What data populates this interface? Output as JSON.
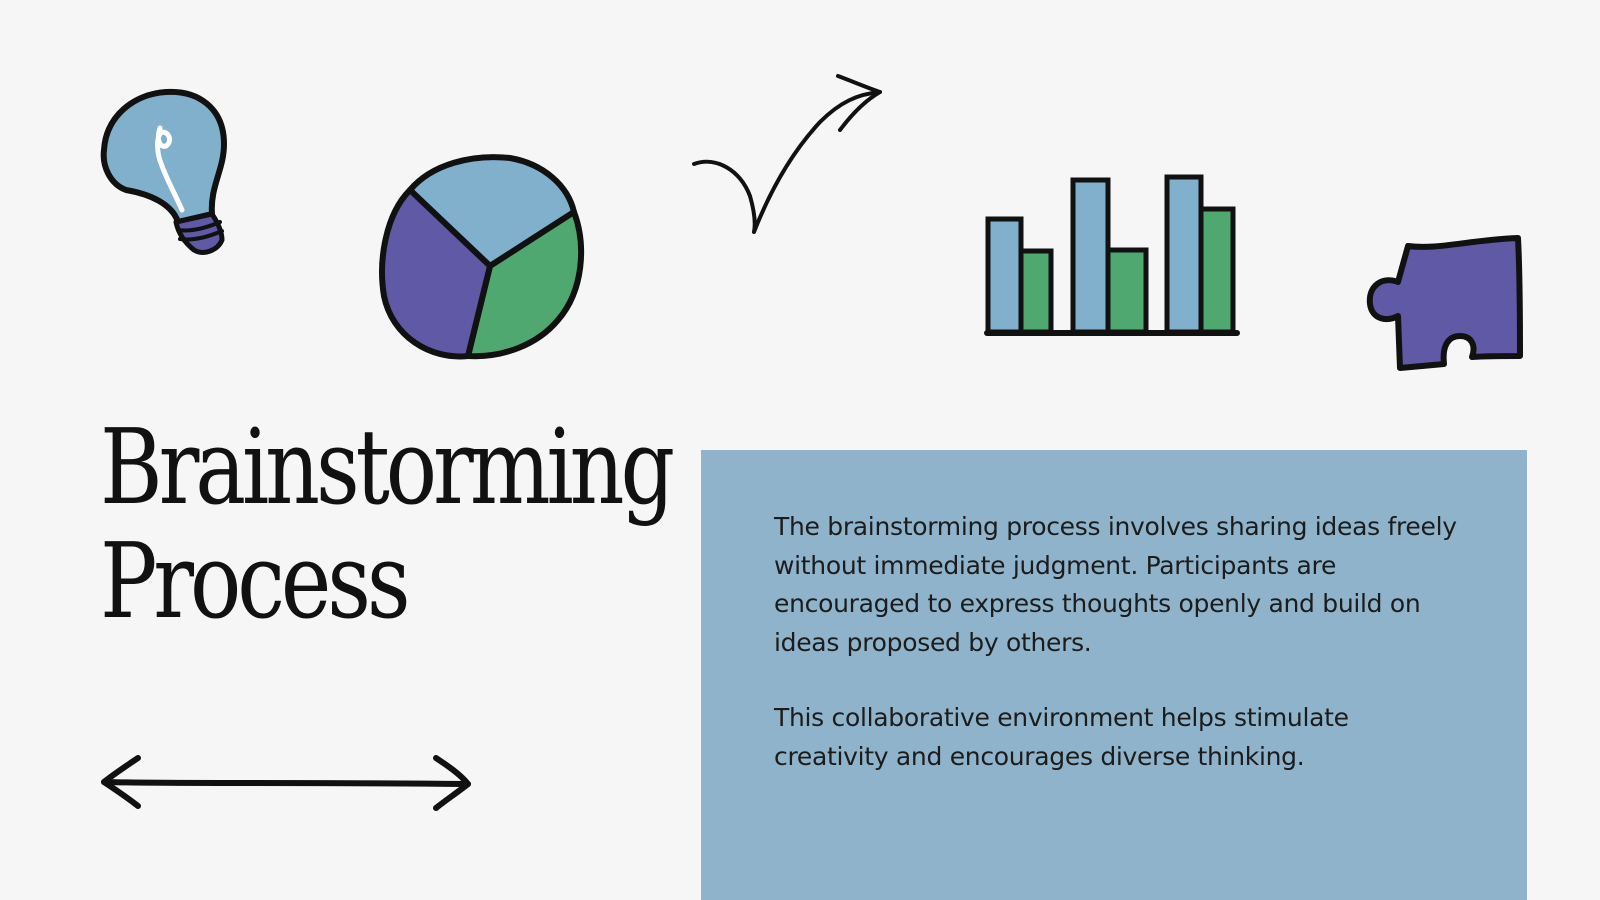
{
  "slide": {
    "title_line1": "Brainstorming",
    "title_line2": "Process",
    "paragraphs": [
      "The brainstorming process involves sharing ideas freely without immediate judgment. Participants are encouraged to express thoughts openly and build on ideas proposed by others.",
      "This collaborative environment helps stimulate creativity and encourages diverse thinking."
    ]
  },
  "colors": {
    "background": "#f6f6f6",
    "panel": "#8fb3cb",
    "light_blue": "#80b0cc",
    "green": "#4fa86f",
    "purple": "#6059a6",
    "ink": "#111111"
  },
  "icons": [
    "lightbulb-icon",
    "pie-chart-icon",
    "check-arrow-icon",
    "bar-chart-icon",
    "puzzle-piece-icon",
    "double-arrow-icon"
  ]
}
